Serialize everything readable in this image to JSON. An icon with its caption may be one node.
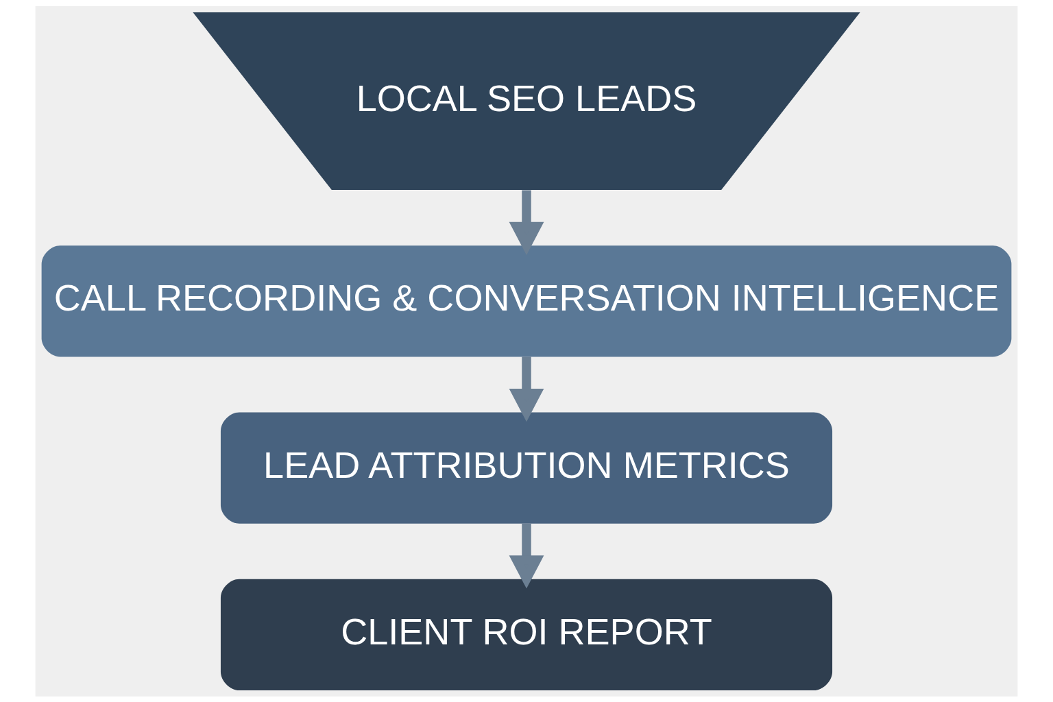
{
  "diagram": {
    "nodes": [
      {
        "text": [
          "LOCAL SEO LEADS"
        ]
      },
      {
        "text": [
          "CALL RECORDING & CONVERSATION INTELLIGENCE"
        ]
      },
      {
        "text": [
          "LEAD ATTRIBUTION METRICS"
        ]
      },
      {
        "text": [
          "CLIENT ROI REPORT"
        ]
      }
    ],
    "edges": [
      {
        "from": 0,
        "to": 1,
        "arrow": "to"
      },
      {
        "from": 1,
        "to": 2,
        "arrow": "to"
      },
      {
        "from": 2,
        "to": 3,
        "arrow": "to"
      }
    ]
  }
}
